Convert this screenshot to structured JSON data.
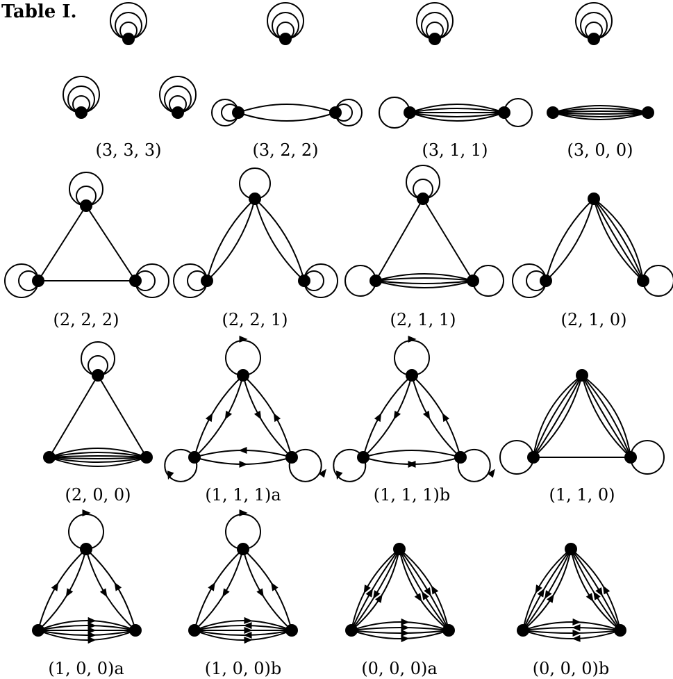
{
  "title": "Table I.",
  "graphs": [
    {
      "id": "333",
      "label": "(3, 3, 3)"
    },
    {
      "id": "322",
      "label": "(3, 2, 2)"
    },
    {
      "id": "311",
      "label": "(3, 1, 1)"
    },
    {
      "id": "300",
      "label": "(3, 0, 0)"
    },
    {
      "id": "222",
      "label": "(2, 2, 2)"
    },
    {
      "id": "221",
      "label": "(2, 2, 1)"
    },
    {
      "id": "211",
      "label": "(2, 1, 1)"
    },
    {
      "id": "210",
      "label": "(2, 1, 0)"
    },
    {
      "id": "200",
      "label": "(2, 0, 0)"
    },
    {
      "id": "111a",
      "label": "(1, 1, 1)a"
    },
    {
      "id": "111b",
      "label": "(1, 1, 1)b"
    },
    {
      "id": "110",
      "label": "(1, 1, 0)"
    },
    {
      "id": "100a",
      "label": "(1, 0, 0)a"
    },
    {
      "id": "100b",
      "label": "(1, 0, 0)b"
    },
    {
      "id": "000a",
      "label": "(0, 0, 0)a"
    },
    {
      "id": "000b",
      "label": "(0, 0, 0)b"
    }
  ]
}
